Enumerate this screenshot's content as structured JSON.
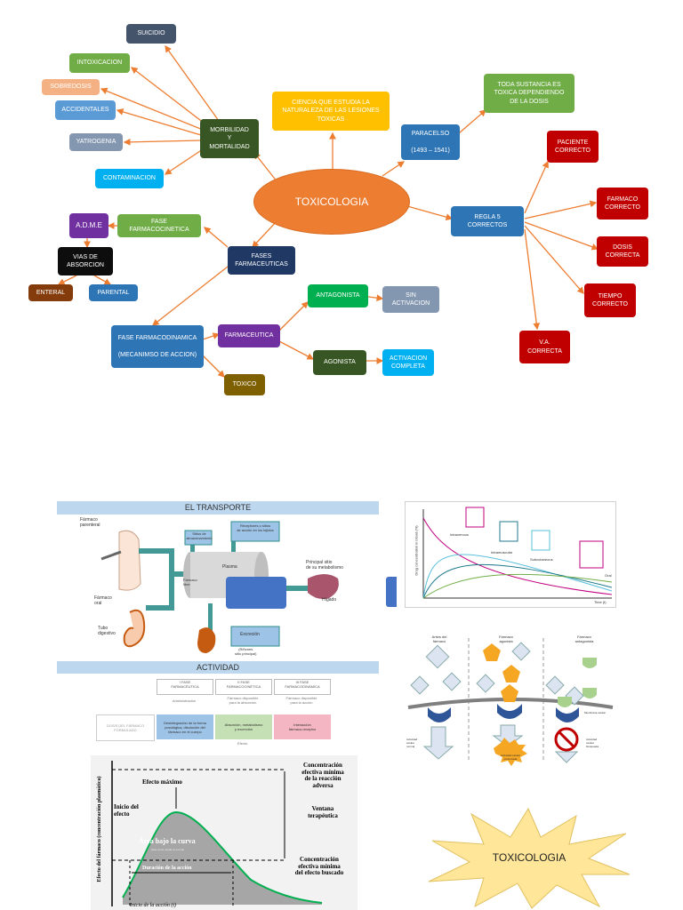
{
  "mindmap": {
    "center": "TOXICOLOGIA",
    "nodes": {
      "suicidio": "SUICIDIO",
      "intoxicacion": "INTOXICACION",
      "sobredosis": "SOBREDOSIS",
      "accidentales": "ACCIDENTALES",
      "yatrogenia": "YATROGENIA",
      "contaminacion": "CONTAMINACION",
      "morbilidad": "MORBILIDAD\nY\nMORTALIDAD",
      "ciencia": "CIENCIA QUE ESTUDIA LA\nNATURALEZA DE LAS LESIONES\nTOXICAS",
      "paracelso": "PARACELSO\n\n(1493 – 1541)",
      "toda_sustancia": "TODA SUSTANCIA ES\nTOXICA DEPENDIENDO\nDE LA DOSIS",
      "regla": "REGLA 5 CORRECTOS",
      "paciente": "PACIENTE\nCORRECTO",
      "farmaco": "FARMACO\nCORRECTO",
      "dosis": "DOSIS\nCORRECTA",
      "tiempo": "TIEMPO\nCORRECTO",
      "va": "V.A.\nCORRECTA",
      "adme": "A.D.M.E",
      "fase_farmacocinetica": "FASE FARMACOCINETICA",
      "vias": "VIAS DE\nABSORCION",
      "enteral": "ENTERAL",
      "parental": "PARENTAL",
      "fases_farmaceuticas": "FASES\nFARMACEUTICAS",
      "fase_farmacodinamica": "FASE FARMACODINAMICA\n\n(MECANIMSO DE ACCION)",
      "farmaceutica": "FARMACEUTICA",
      "antagonista": "ANTAGONISTA",
      "sin_activacion": "SIN\nACTIVACION",
      "agonista": "AGONISTA",
      "activacion_completa": "ACTIVACION\nCOMPLETA",
      "toxico": "TOXICO"
    }
  },
  "colors": {
    "line": "#ed7d31",
    "center": "#ed7d31",
    "navy": "#1f3864",
    "dark_green": "#375623",
    "yellow": "#ffc000",
    "blue": "#2e75b6",
    "green": "#70ad47",
    "red": "#c00000",
    "purple": "#7030a0",
    "black": "#0d0d0d",
    "brown": "#843c0c",
    "light_blue": "#5b9bd5",
    "cyan": "#00b0f0",
    "gray_blue": "#8497b0",
    "slate": "#44546a",
    "orange_light": "#f4b183"
  },
  "transport": {
    "title": "EL TRANSPORTE",
    "parenteral": "Fármaco\nparenteral",
    "oral": "Fármaco\noral",
    "tubo": "Tubo\ndigestivo",
    "sitios": "Sitios de\nalmacenamiento",
    "receptores": "Receptores o sitios\nde acción en los tejidos",
    "plasma": "Plasma",
    "libre": "Fármaco\nlibre",
    "principal": "Principal sitio\nde su metabolismo",
    "higado": "Hígado",
    "excrecion": "Excreción",
    "rinones": "(Riñones\nsitio principal)",
    "activity_title": "ACTIVIDAD",
    "fase1": "I FASE\nFARMACÉUTICA",
    "fase2": "II FASE\nFARMACOCINÉTICA",
    "fase3": "III FASE\nFARMACODINÁMICA",
    "admin": "Administración",
    "disponible_abs": "Fármaco disponible\npara la absorción",
    "disponible_acc": "Fármaco disponible\npara la acción",
    "dosis_formulado": "DOSIS DEL FÁRMACO\nFORMULADO",
    "desintegracion": "Desintegración de la forma\nposológica, disolución del\nfármaco en el cuerpo",
    "absorcion": "Absorción, metabolismo\ny excreción",
    "interaccion": "Interacción\nfármaco-receptor",
    "efecto": "Efecto"
  },
  "curve_panel": {
    "ylabel": "Drug concentration in blood (%)",
    "xlabel": "Time (t)",
    "intravenous": "Intravenous",
    "intramuscular": "Intramuscular",
    "subcutaneous": "Subcutaneous",
    "oral": "Oral"
  },
  "receptor_panel": {
    "col1": "Antes del\nfármaco",
    "col2": "Fármaco\nagonista",
    "col3": "Fármaco\nantagonista",
    "membrana": "Membrana celular",
    "act_normal": "Actividad\ncelular\nnormal",
    "act_potenciada": "Actividad celular\npotenciada",
    "act_bloqueada": "Actividad\ncelular\nbloqueada"
  },
  "effect_panel": {
    "ylabel": "Efecto del fármaco (concentración plasmática)",
    "efecto_maximo": "Efecto máximo",
    "inicio": "Inicio del\nefecto",
    "area": "Área bajo la curva",
    "area_sub": "área curva usada en curvas",
    "duracion": "Duración de la acción",
    "conc_adversa": "Concentración\nefectiva mínima\nde la reacción\nadversa",
    "ventana": "Ventana\nterapéutica",
    "conc_buscado": "Concentración\nefectiva mínima\ndel efecto buscado",
    "xlabel": "Inicio de la acción (t)"
  },
  "starburst": {
    "label": "TOXICOLOGIA",
    "fill": "#ffe699"
  }
}
